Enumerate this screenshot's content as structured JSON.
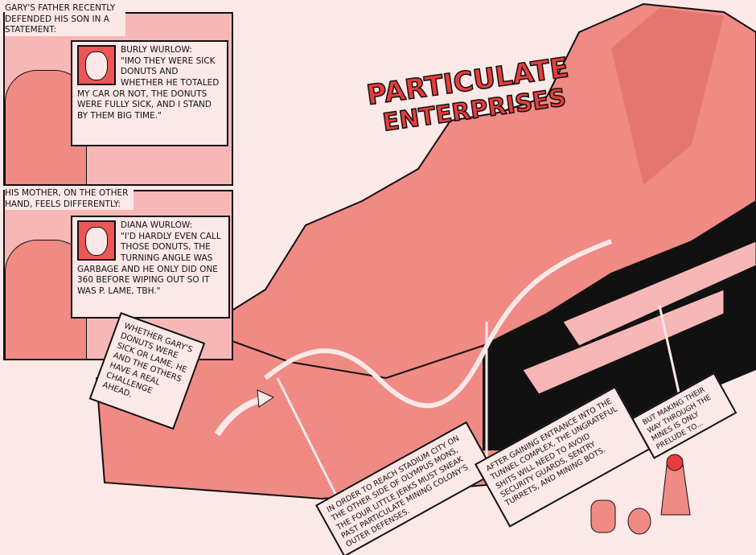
{
  "panel1": {
    "caption": "Gary's father recently defended his son in a statement:",
    "speaker": "Burly Wurlow:",
    "quote": "\"IMO they were sick donuts and whether he totaled my car or not, the donuts were fully sick, and I stand by them big time.\""
  },
  "panel2": {
    "caption": "His mother, on the other hand, feels differently:",
    "speaker": "Diana Wurlow:",
    "quote": "\"I'd hardly even call those donuts, the turning angle was garbage and he only did one 360 before wiping out so it was p. lame, tbh.\""
  },
  "sign": "Whether Gary's donuts were sick or lame, he and the others have a real challenge ahead.",
  "title_logo": "Particulate Enterprises",
  "captions": [
    "In order to reach Stadium City on the other side of Olympus Mons, the four little jerks must sneak past Particulate Mining Colony's outer defenses.",
    "After gaining entrance into the tunnel complex, the ungrateful shits will need to avoid security guards, sentry turrets, and mining bots.",
    "But making their way through the mines is only prelude to..."
  ],
  "colors": {
    "background": "#fde8e8",
    "mountain": "#f08a84",
    "shadow": "#d9605a",
    "accent": "#e83c3c",
    "ink": "#111111"
  }
}
